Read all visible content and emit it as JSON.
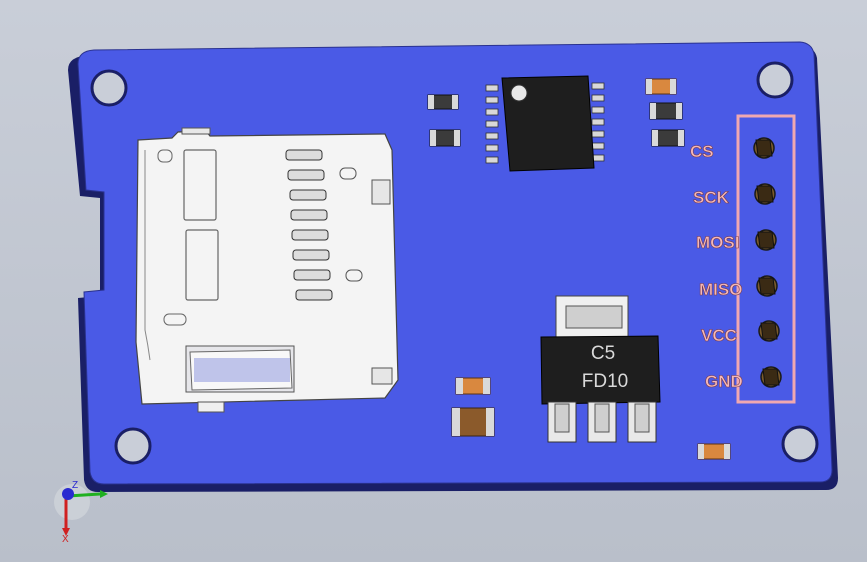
{
  "board": {
    "pins": [
      {
        "label": "CS"
      },
      {
        "label": "SCK"
      },
      {
        "label": "MOSI"
      },
      {
        "label": "MISO"
      },
      {
        "label": "VCC"
      },
      {
        "label": "GND"
      }
    ],
    "regulator": {
      "line1": "C5",
      "line2": "FD10"
    }
  },
  "triad": {
    "z": "Z",
    "x": "X"
  },
  "colors": {
    "pcb": "#4a5ae6",
    "pcb_edge": "#1a1f66",
    "header_outline": "#f0a8b0",
    "background": "#c4c9d3"
  }
}
